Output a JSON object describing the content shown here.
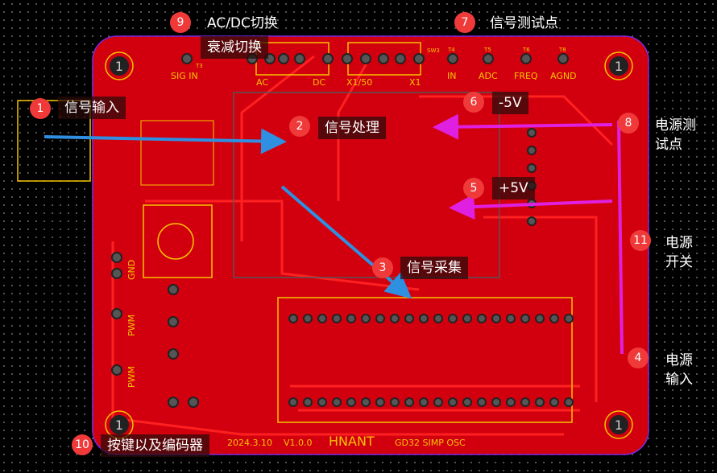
{
  "annotations": [
    {
      "n": "1",
      "label": "信号输入"
    },
    {
      "n": "2",
      "label": "信号处理"
    },
    {
      "n": "3",
      "label": "信号采集"
    },
    {
      "n": "4",
      "label": "电源\n输入"
    },
    {
      "n": "5",
      "label": "+5V"
    },
    {
      "n": "6",
      "label": "-5V"
    },
    {
      "n": "7",
      "label": "信号测试点"
    },
    {
      "n": "8",
      "label": "电源测\n试点"
    },
    {
      "n": "9",
      "label": "AC/DC切换",
      "label2": "衰减切换"
    },
    {
      "n": "10",
      "label": "按键以及编码器"
    },
    {
      "n": "11",
      "label": "电源\n开关"
    }
  ],
  "silkscreen": {
    "sig_in": "SIG IN",
    "ac": "AC",
    "dc": "DC",
    "x1_50": "X1/50",
    "x1": "X1",
    "in": "IN",
    "adc": "ADC",
    "freq": "FREQ",
    "agnd": "AGND",
    "sw3": "SW3",
    "t3": "T3",
    "t4": "T4",
    "t5": "T5",
    "t6": "T6",
    "t8": "T8",
    "gnd": "GND",
    "pwm1": "PWM",
    "pwm2": "PWM",
    "date": "2024.3.10",
    "version": "V1.0.0",
    "brand": "HNANT",
    "product": "GD32 SIMP OSC",
    "hole": "1"
  },
  "colors": {
    "board": "#d2000f",
    "silk": "#f5c400",
    "badge": "#f03a3a",
    "arrow_blue": "#2f8fe0",
    "arrow_magenta": "#e020e0"
  }
}
